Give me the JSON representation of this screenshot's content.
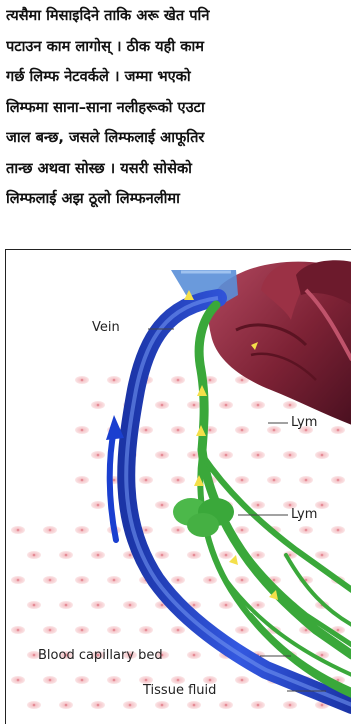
{
  "paragraph": {
    "lines": [
      "त्यसैमा मिसाइदिने ताकि अरू खेत पनि",
      "पटाउन काम लागोस् । ठीक यही काम",
      "गर्छ लिम्फ नेटवर्कले । जम्मा भएको",
      "लिम्फमा साना–साना नलीहरूको एउटा",
      "जाल बन्छ, जसले लिम्फलाई आफूतिर",
      "तान्छ अथवा सोस्छ । यसरी सोसेको",
      "लिम्फलाई अझ ठूलो लिम्फनलीमा"
    ]
  },
  "figure": {
    "labels": {
      "vein": "Vein",
      "lymph_1": "Lym",
      "lymph_2": "Lym",
      "blood_capillary_bed": "Blood capillary bed",
      "tissue_fluid": "Tissue fluid"
    },
    "colors": {
      "heart": "#7d2235",
      "vein": "#2a49c8",
      "lymph": "#3aa83a",
      "flow_arrow": "#f4e04a"
    }
  }
}
